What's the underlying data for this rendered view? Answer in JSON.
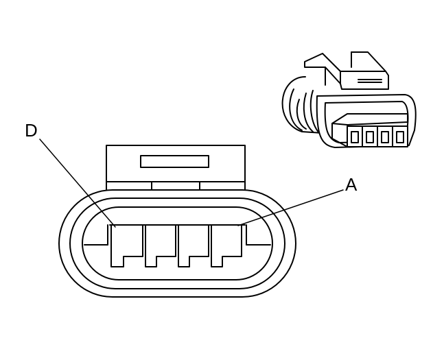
{
  "diagram": {
    "labels": {
      "pin_d": "D",
      "pin_a": "A"
    },
    "terminal_count": 4,
    "colors": {
      "line": "#000000",
      "background": "#ffffff"
    }
  }
}
